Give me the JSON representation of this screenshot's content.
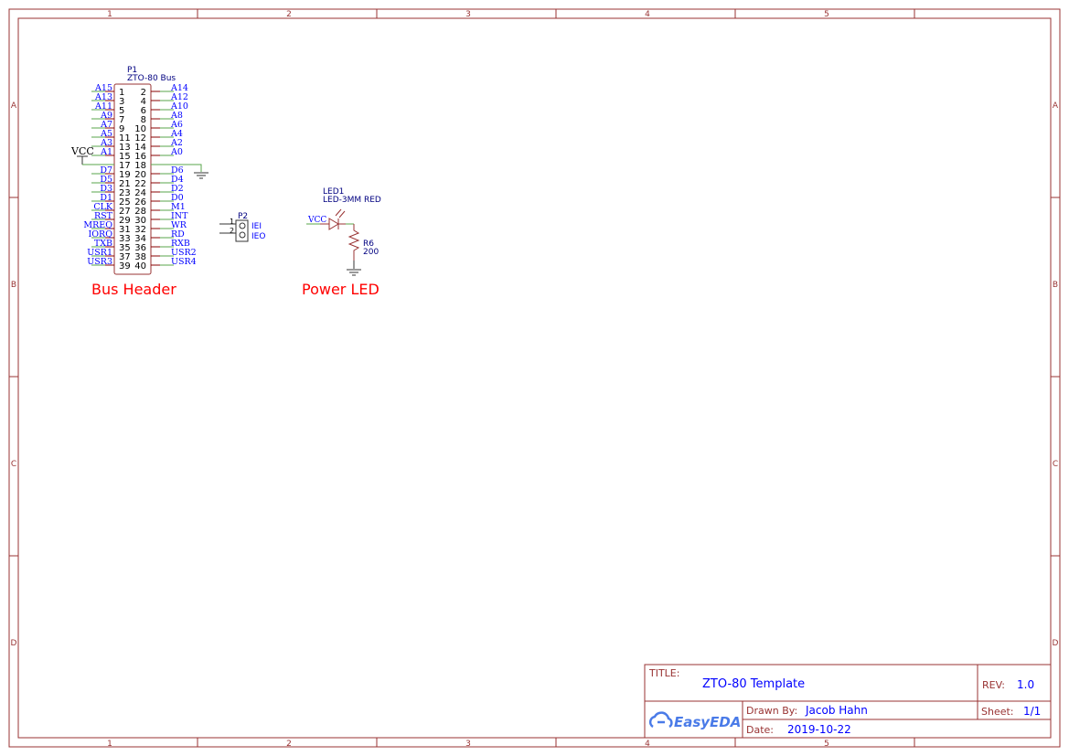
{
  "frame": {
    "columns": [
      "1",
      "2",
      "3",
      "4",
      "5"
    ],
    "rows": [
      "A",
      "B",
      "C",
      "D"
    ]
  },
  "p1": {
    "designator": "P1",
    "name": "ZTO-80 Bus",
    "left_labels": [
      "A15",
      "A13",
      "A11",
      "A9",
      "A7",
      "A5",
      "A3",
      "A1",
      "",
      "D7",
      "D5",
      "D3",
      "D1",
      "CLK",
      "RST",
      "MREQ",
      "IORQ",
      "TXB",
      "USR1",
      "USR3"
    ],
    "right_labels": [
      "A14",
      "A12",
      "A10",
      "A8",
      "A6",
      "A4",
      "A2",
      "A0",
      "",
      "D6",
      "D4",
      "D2",
      "D0",
      "M1",
      "INT",
      "WR",
      "RD",
      "RXB",
      "USR2",
      "USR4"
    ],
    "vcc": "VCC"
  },
  "p2": {
    "designator": "P2",
    "pins": [
      "1",
      "2"
    ],
    "labels": [
      "IEI",
      "IEO"
    ]
  },
  "led": {
    "designator": "LED1",
    "value": "LED-3MM RED",
    "net": "VCC"
  },
  "resistor": {
    "designator": "R6",
    "value": "200"
  },
  "sections": {
    "bus": "Bus Header",
    "power": "Power LED"
  },
  "title_block": {
    "title_label": "TITLE:",
    "title": "ZTO-80 Template",
    "rev_label": "REV:",
    "rev": "1.0",
    "drawn_label": "Drawn By:",
    "drawn": "Jacob Hahn",
    "sheet_label": "Sheet:",
    "sheet": "1/1",
    "date_label": "Date:",
    "date": "2019-10-22",
    "logo": "EasyEDA"
  },
  "colors": {
    "frame": "#993333",
    "wire": "#5aa64b",
    "net": "#0000ff",
    "section": "#ff0000"
  }
}
